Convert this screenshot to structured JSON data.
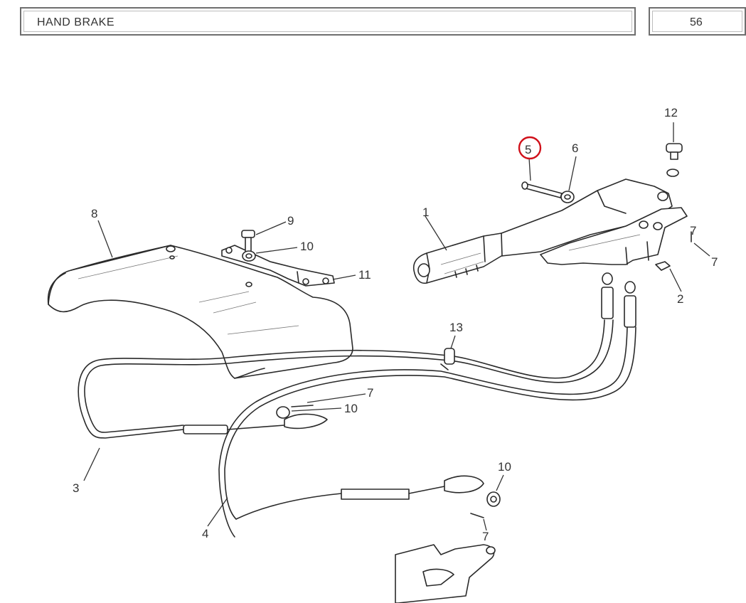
{
  "header": {
    "title": "HAND BRAKE",
    "page_number": "56"
  },
  "callouts": [
    "1",
    "2",
    "3",
    "4",
    "5",
    "6",
    "7",
    "7",
    "7",
    "7",
    "8",
    "9",
    "10",
    "10",
    "10",
    "11",
    "12",
    "13"
  ],
  "highlight": {
    "callout": "5",
    "color": "#d0101a"
  }
}
